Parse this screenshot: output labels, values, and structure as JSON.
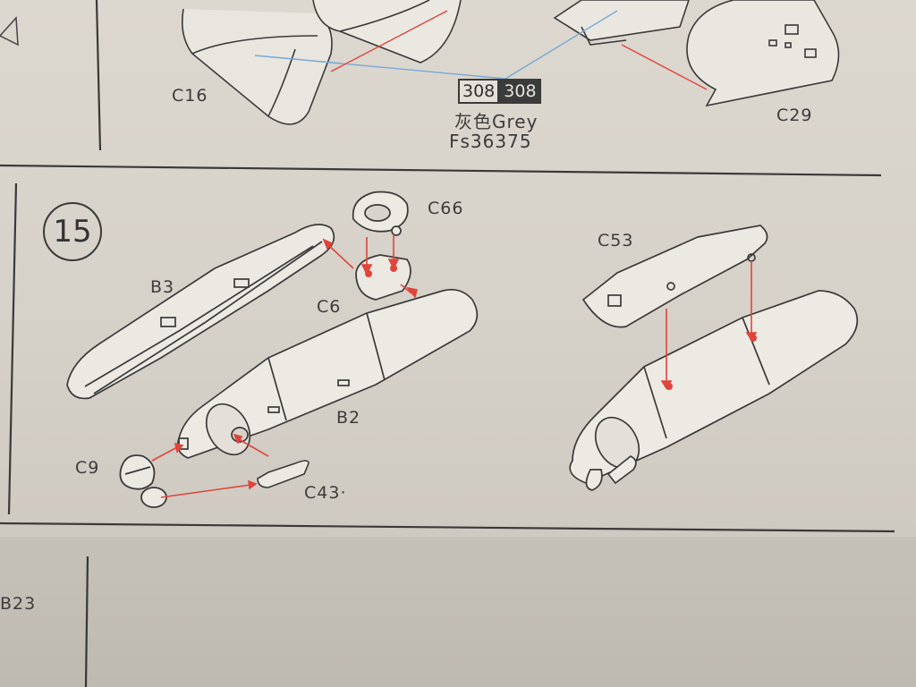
{
  "labels": {
    "c16": "C16",
    "c29": "C29",
    "c66": "C66",
    "c53": "C53",
    "b3": "B3",
    "c6": "C6",
    "b2": "B2",
    "c9": "C9",
    "c43": "C43·",
    "b23": "B23"
  },
  "paint": {
    "code_light": "308",
    "code_dark": "308",
    "name": "灰色Grey",
    "fs": "Fs36375"
  },
  "step": {
    "number": "15"
  },
  "colors": {
    "paper": "#d9d4cc",
    "ink": "#3a3a3a",
    "arrow_red": "#e0443a",
    "arrow_blue": "#7aa7d6"
  }
}
